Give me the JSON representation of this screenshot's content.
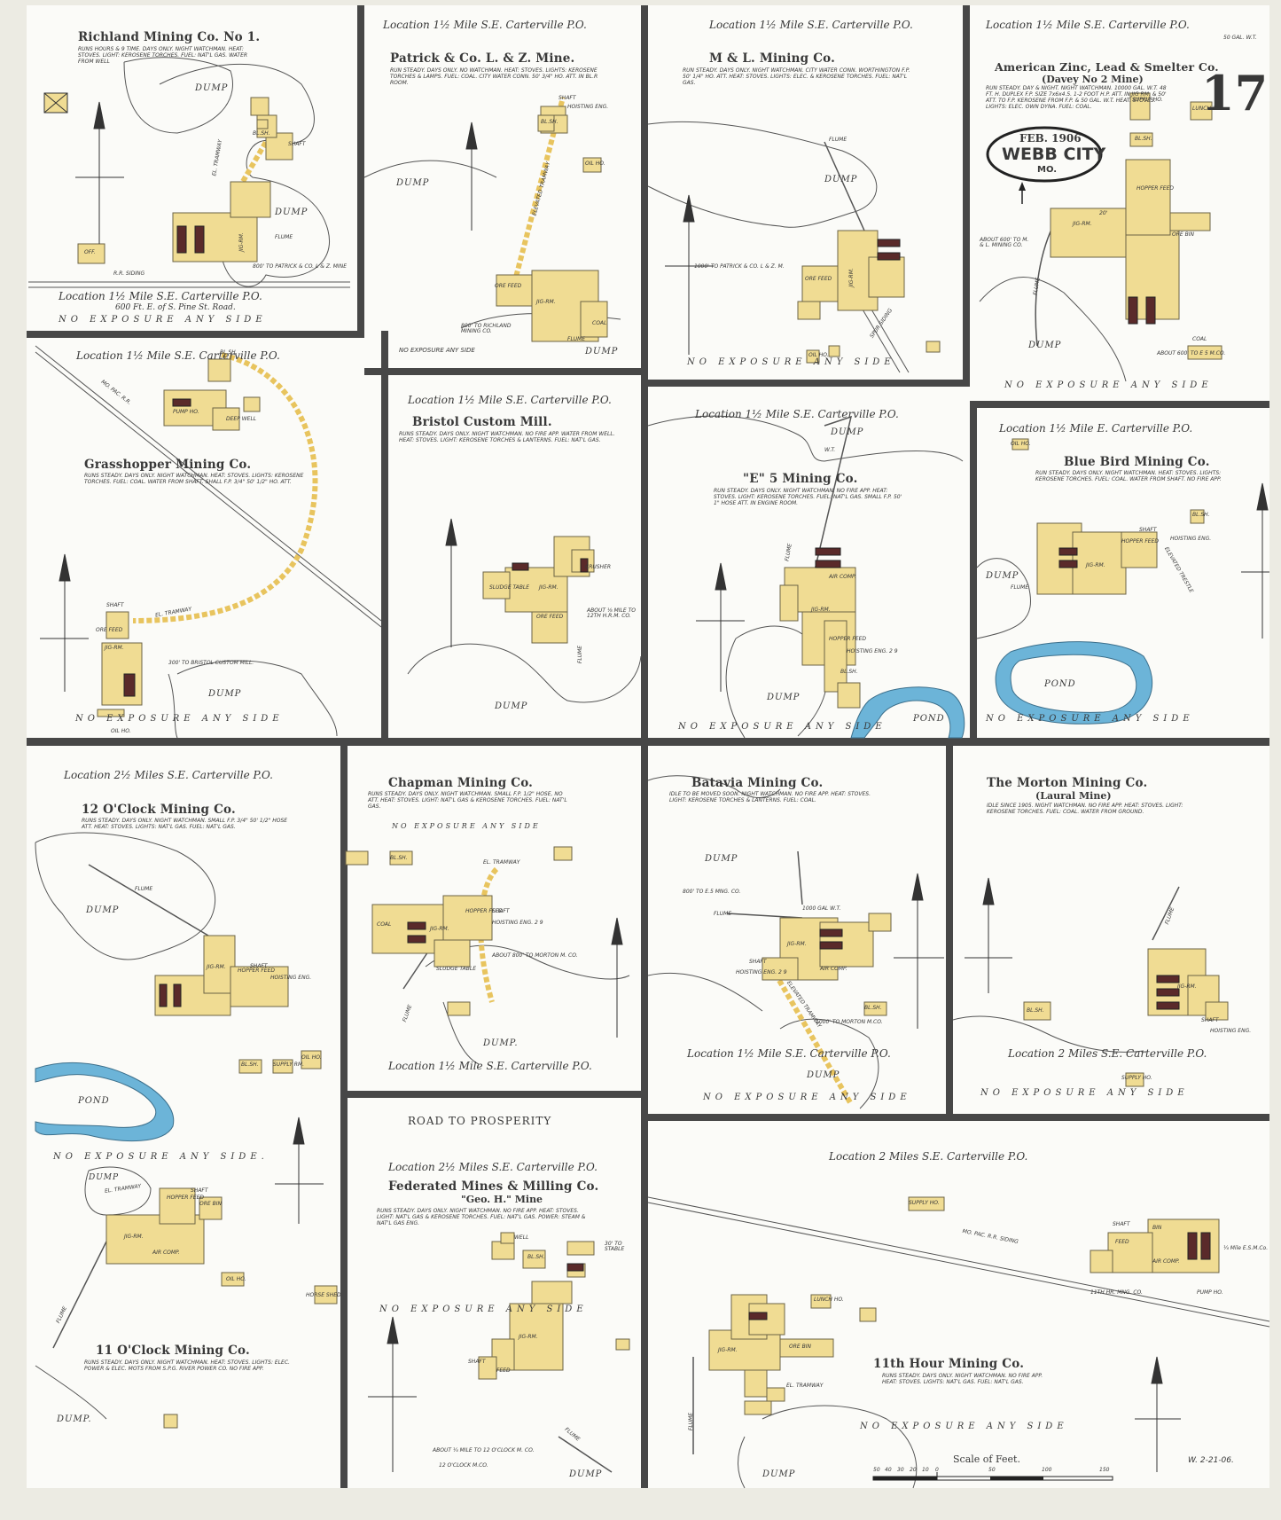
{
  "map": {
    "sheet_number": "17",
    "date": "FEB. 1906",
    "city": "WEBB CITY",
    "state": "MO.",
    "revision": "W. 2-21-06.",
    "scale_label": "Scale of Feet.",
    "scale_ticks": [
      "50",
      "40",
      "30",
      "20",
      "10",
      "0",
      "50",
      "100",
      "150"
    ]
  },
  "panels": [
    {
      "id": "richland",
      "location": "Location 1½ Mile S.E. Carterville P.O.",
      "title": "Richland Mining Co. No 1.",
      "notes": "RUNS HOURS & 9 TIME. DAYS ONLY. NIGHT WATCHMAN. HEAT: STOVES. LIGHT: KEROSENE TORCHES. FUEL: NAT'L GAS. WATER FROM WELL",
      "extra": "600 Ft. E. of S. Pine St. Road.",
      "exposure": "NO EXPOSURE ANY SIDE",
      "labels": [
        "DUMP",
        "DUMP",
        "JIG-RM.",
        "FLUME",
        "SHAFT",
        "800' TO PATRICK & CO. L & Z. MINE",
        "R.R. SIDING",
        "EL. TRAMWAY",
        "BL.SH.",
        "OFF."
      ]
    },
    {
      "id": "patrick",
      "location": "Location 1½ Mile S.E. Carterville P.O.",
      "title": "Patrick & Co. L. & Z. Mine.",
      "notes": "RUN STEADY. DAYS ONLY. NO WATCHMAN. HEAT: STOVES. LIGHTS: KEROSENE TORCHES & LAMPS. FUEL: COAL. CITY WATER CONN. 50' 3/4\" HO. ATT. IN BL.R ROOM.",
      "exposure": "NO EXPOSURE ANY SIDE",
      "labels": [
        "DUMP",
        "DUMP",
        "SHAFT",
        "ELEVATED TRAMWAY",
        "JIG-RM.",
        "ORE FEED",
        "800' TO RICHLAND MINING CO.",
        "COAL",
        "BL.SH.",
        "OIL HO.",
        "HOISTING ENG.",
        "FLUME"
      ]
    },
    {
      "id": "ml",
      "location": "Location 1½ Mile S.E. Carterville P.O.",
      "title": "M & L. Mining Co.",
      "notes": "RUN STEADY. DAYS ONLY. NIGHT WATCHMAN. CITY WATER CONN. WORTHINGTON F.P. 50' 1/4\" HO. ATT. HEAT: STOVES. LIGHTS: ELEC. & KEROSENE TORCHES. FUEL: NAT'L GAS.",
      "exposure": "NO EXPOSURE ANY SIDE",
      "labels": [
        "DUMP",
        "FLUME",
        "JIG-RM.",
        "1000' TO PATRICK & CO. L & Z. M.",
        "SPUR SIDING",
        "OIL HO.",
        "ORE FEED"
      ]
    },
    {
      "id": "american",
      "location": "Location 1½ Mile S.E. Carterville P.O.",
      "title": "American Zinc, Lead & Smelter Co.",
      "subtitle": "(Davey No 2 Mine)",
      "notes": "RUN STEADY. DAY & NIGHT. NIGHT WATCHMAN. 10000 GAL. W.T. 48 FT. H. DUPLEX F.P. SIZE 7x6x4.5. 1-2 FOOT H.P. ATT. IN JIG RM. & 50' ATT. TO F.P. KEROSENE FROM F.P. & 50 GAL. W.T. HEAT: STOVES. LIGHTS: ELEC. OWN DYNA. FUEL: COAL.",
      "exposure": "NO EXPOSURE ANY SIDE",
      "labels": [
        "DUMP",
        "FLUME",
        "JIG-RM.",
        "ABOUT 600' TO M. & L. MINING CO.",
        "ABOUT 600' TO E 5 M.CO.",
        "COAL",
        "HOPPER FEED",
        "ORE BIN",
        "BL.SH.",
        "SUPPLY HO.",
        "LUNCH HO.",
        "50 GAL. W.T.",
        "20'"
      ]
    },
    {
      "id": "grasshopper",
      "location": "Location 1½ Mile S.E. Carterville P.O.",
      "title": "Grasshopper Mining Co.",
      "notes": "RUNS STEADY. DAYS ONLY. NIGHT WATCHMAN. HEAT: STOVES. LIGHTS: KEROSENE TORCHES. FUEL: COAL. WATER FROM SHAFT. SHALL F.P. 3/4\" 50' 1/2\" HO. ATT.",
      "exposure": "NO EXPOSURE ANY SIDE",
      "labels": [
        "DUMP",
        "JIG-RM.",
        "SHAFT",
        "ORE FEED",
        "EL. TRAMWAY",
        "300' TO BRISTOL CUSTOM MILL.",
        "MO. PAC. R.R.",
        "DEEP WELL",
        "PUMP HO.",
        "BL.SH.",
        "OIL HO."
      ]
    },
    {
      "id": "bristol",
      "location": "Location 1½ Mile S.E. Carterville P.O.",
      "title": "Bristol Custom Mill.",
      "notes": "RUNS STEADY. DAYS ONLY. NIGHT WATCHMAN. NO FIRE APP. WATER FROM WELL. HEAT: STOVES. LIGHT: KEROSENE TORCHES & LANTERNS. FUEL: NAT'L GAS.",
      "labels": [
        "DUMP",
        "SLUDGE TABLE",
        "JIG-RM.",
        "ORE FEED",
        "FLUME",
        "ABOUT ⅛ MILE TO 12TH H.R.M. CO.",
        "CRUSHER"
      ]
    },
    {
      "id": "e5",
      "location": "Location 1½ Mile S.E. Carterville P.O.",
      "title": "\"E\" 5 Mining Co.",
      "notes": "RUN STEADY. DAYS ONLY. NIGHT WATCHMAN. NO FIRE APP. HEAT: STOVES. LIGHT: KEROSENE TORCHES. FUEL: NAT'L GAS. SMALL F.P. 50' 1\" HOSE ATT. IN ENGINE ROOM.",
      "exposure": "NO EXPOSURE ANY SIDE",
      "labels": [
        "DUMP",
        "DUMP",
        "POND",
        "JIG-RM.",
        "FLUME",
        "W.T.",
        "HOPPER FEED",
        "HOISTING ENG. 2 9",
        "BL.SH.",
        "AIR COMP."
      ]
    },
    {
      "id": "bluebird",
      "location": "Location 1½ Mile E. Carterville P.O.",
      "title": "Blue Bird Mining Co.",
      "notes": "RUN STEADY. DAYS ONLY. NIGHT WATCHMAN. HEAT: STOVES. LIGHTS: KEROSENE TORCHES. FUEL: COAL. WATER FROM SHAFT. NO FIRE APP.",
      "exposure": "NO EXPOSURE ANY SIDE",
      "labels": [
        "DUMP",
        "POND",
        "FLUME",
        "JIG-RM.",
        "HOPPER FEED",
        "SHAFT",
        "BL.SH.",
        "OIL HO.",
        "ELEVATED TRESTLE",
        "HOISTING ENG."
      ]
    },
    {
      "id": "twelve",
      "location": "Location 2½ Miles S.E. Carterville P.O.",
      "title": "12 O'Clock Mining Co.",
      "notes": "RUNS STEADY. DAYS ONLY. NIGHT WATCHMAN. SMALL F.P. 3/4\" 50' 1/2\" HOSE ATT. HEAT: STOVES. LIGHTS: NAT'L GAS. FUEL: NAT'L GAS.",
      "labels": [
        "DUMP",
        "FLUME",
        "JIG-RM.",
        "HOPPER FEED",
        "SHAFT",
        "HOISTING ENG.",
        "POND",
        "BL.SH.",
        "SUPPLY RM.",
        "OIL HO."
      ]
    },
    {
      "id": "chapman",
      "title": "Chapman Mining Co.",
      "notes": "RUNS STEADY. DAYS ONLY. NIGHT WATCHMAN. SMALL F.P. 1/2\" HOSE, NO ATT. HEAT: STOVES. LIGHT: NAT'L GAS & KEROSENE TORCHES. FUEL: NAT'L GAS.",
      "exposure": "NO EXPOSURE ANY SIDE",
      "location": "Location 1½ Mile S.E. Carterville P.O.",
      "labels": [
        "DUMP.",
        "JIG-RM.",
        "SLUDGE TABLE",
        "ABOUT 800' TO MORTON M. CO.",
        "EL. TRAMWAY",
        "FLUME",
        "COAL",
        "BL.SH.",
        "SHAFT",
        "HOPPER FEED",
        "HOISTING ENG. 2 9"
      ]
    },
    {
      "id": "batavia",
      "title": "Batavia Mining Co.",
      "notes": "IDLE TO BE MOVED SOON. NIGHT WATCHMAN. NO FIRE APP. HEAT: STOVES. LIGHT: KEROSENE TORCHES & LANTERNS. FUEL: COAL.",
      "location": "Location 1½ Mile S.E. Carterville P.O.",
      "exposure": "NO EXPOSURE ANY SIDE",
      "labels": [
        "DUMP",
        "DUMP",
        "800' TO E.5 MNG. CO.",
        "FLUME",
        "JIG-RM.",
        "1000 GAL W.T.",
        "AIR COMP.",
        "SHAFT",
        "HOISTING ENG. 2 9",
        "1000' TO MORTON M.CO.",
        "BL.SH.",
        "ELEVATED TRAMWAY"
      ]
    },
    {
      "id": "morton",
      "title": "The Morton Mining Co.",
      "subtitle": "(Laural Mine)",
      "notes": "IDLE SINCE 1905. NIGHT WATCHMAN. NO FIRE APP. HEAT: STOVES. LIGHT: KEROSENE TORCHES. FUEL: COAL. WATER FROM GROUND.",
      "location": "Location 2 Miles S.E. Carterville P.O.",
      "exposure": "NO EXPOSURE ANY SIDE",
      "labels": [
        "FLUME",
        "JIG-RM.",
        "SHAFT",
        "HOISTING ENG.",
        "BL.SH.",
        "SUPPLY HO."
      ]
    },
    {
      "id": "eleven",
      "title": "11 O'Clock Mining Co.",
      "notes": "RUNS STEADY. DAYS ONLY. NIGHT WATCHMAN. HEAT: STOVES. LIGHTS: ELEC. POWER & ELEC. MOTS FROM S.P.G. RIVER POWER CO. NO FIRE APP.",
      "exposure": "NO EXPOSURE ANY SIDE.",
      "labels": [
        "DUMP",
        "DUMP.",
        "JIG-RM.",
        "FLUME",
        "EL. TRAMWAY",
        "ORE BIN",
        "HOPPER FEED",
        "SHAFT",
        "OIL HO.",
        "HORSE SHED",
        "AIR COMP."
      ]
    },
    {
      "id": "federated",
      "road": "ROAD TO PROSPERITY",
      "location": "Location 2½ Miles S.E. Carterville P.O.",
      "title": "Federated Mines & Milling Co.",
      "subtitle": "\"Geo. H.\" Mine",
      "notes": "RUNS STEADY. DAYS ONLY. NIGHT WATCHMAN. NO FIRE APP. HEAT: STOVES. LIGHT: NAT'L GAS & KEROSENE TORCHES. FUEL: NAT'L GAS. POWER: STEAM & NAT'L GAS ENG.",
      "exposure": "NO EXPOSURE ANY SIDE",
      "labels": [
        "WELL",
        "JIG-RM.",
        "FLUME",
        "DUMP",
        "ABOUT ¼ MILE TO 12 O'CLOCK M. CO.",
        "12 O'CLOCK M.CO.",
        "30' TO STABLE",
        "SHAFT",
        "FEED",
        "BL.SH."
      ]
    },
    {
      "id": "eleventh",
      "location": "Location 2 Miles S.E. Carterville P.O.",
      "title": "11th Hour Mining Co.",
      "notes": "RUNS STEADY. DAYS ONLY. NIGHT WATCHMAN. NO FIRE APP. HEAT: STOVES. LIGHTS: NAT'L GAS. FUEL: NAT'L GAS.",
      "exposure": "NO EXPOSURE ANY SIDE",
      "labels": [
        "DUMP",
        "FLUME",
        "JIG-RM.",
        "ORE BIN",
        "EL. TRAMWAY",
        "SUPPLY HO.",
        "LUNCH HO.",
        "MO. PAC. R.R. SIDING",
        "11TH HR. MNG. CO.",
        "PUMP HO.",
        "SHAFT",
        "FEED",
        "BIN",
        "AIR COMP.",
        "¼ Mile E.S.M.Co."
      ]
    }
  ],
  "colors": {
    "paper": "#fbfbf8",
    "border": "#4a4a4a",
    "building": "#f0dc93",
    "pond": "#6cb4d8",
    "boiler": "#5a2a2a",
    "ink": "#383838"
  }
}
